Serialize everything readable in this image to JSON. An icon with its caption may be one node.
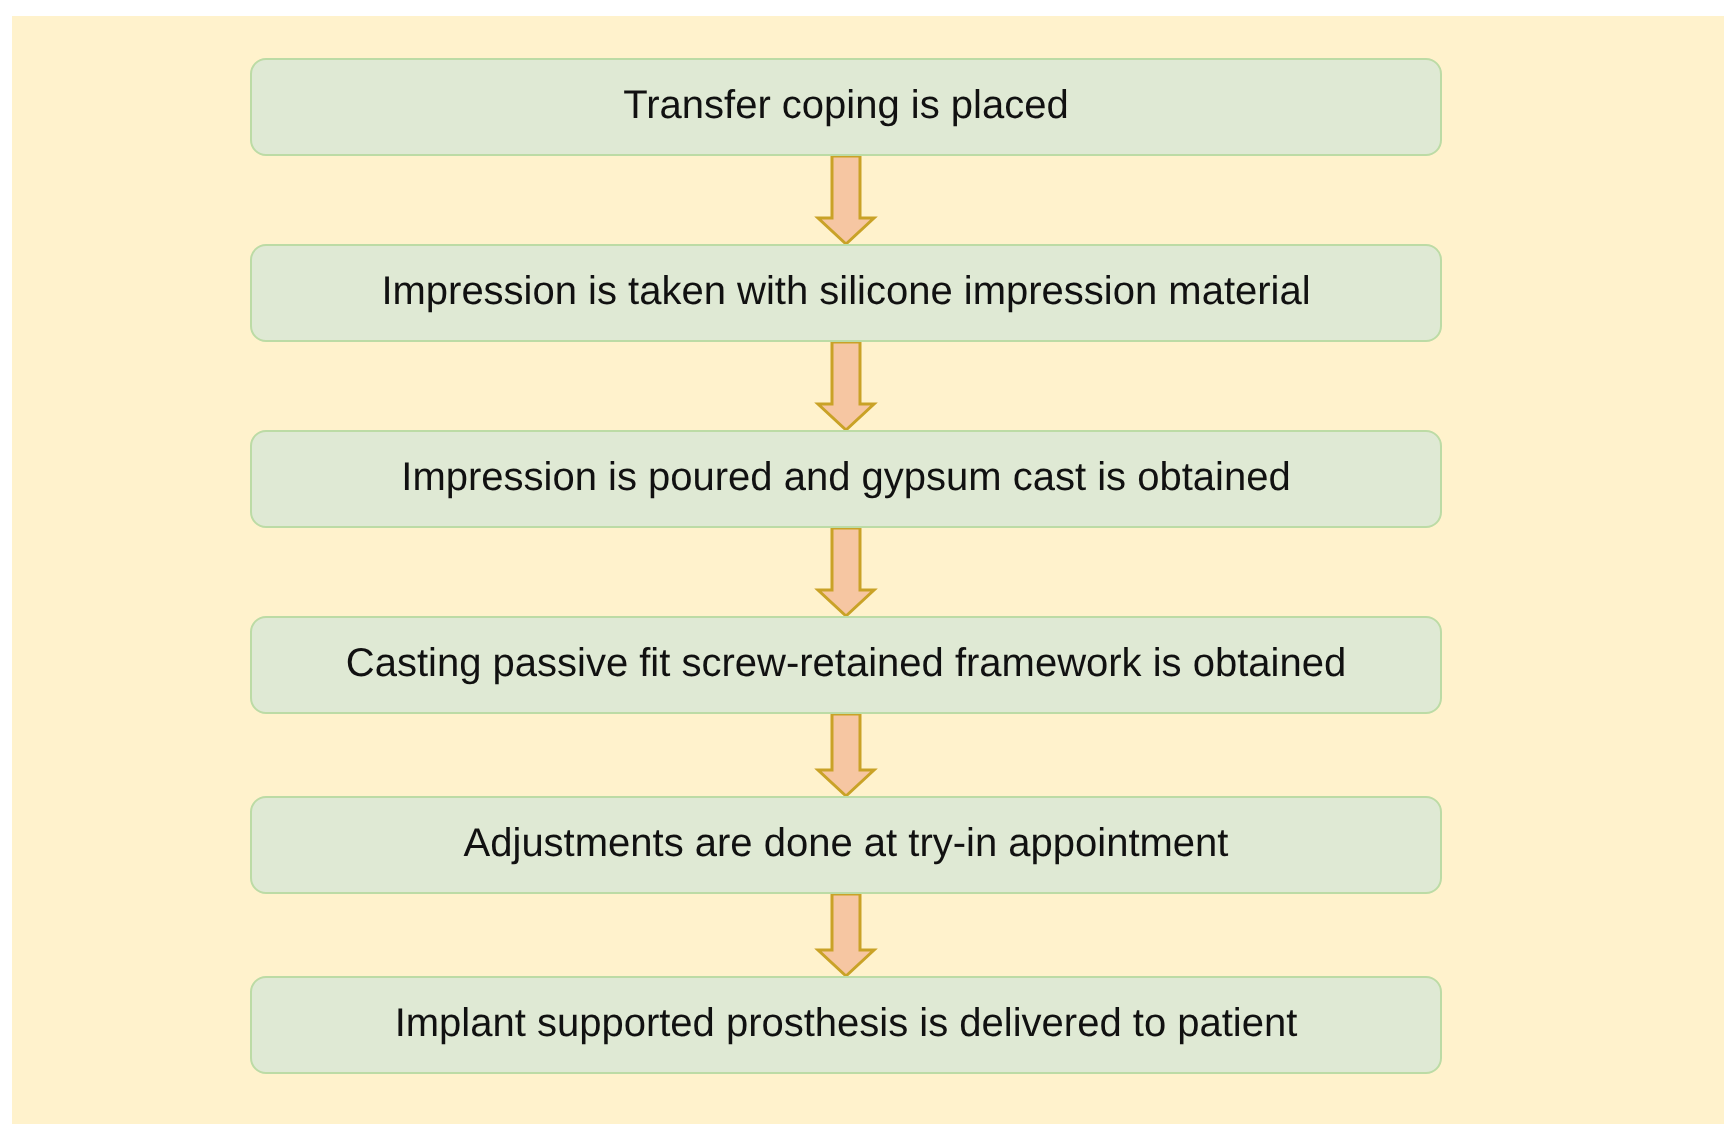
{
  "diagram": {
    "nodes": [
      {
        "text": [
          "Transfer coping is placed"
        ]
      },
      {
        "text": [
          "Impression is taken with silicone impression material"
        ]
      },
      {
        "text": [
          "Impression is poured and gypsum cast is obtained"
        ]
      },
      {
        "text": [
          "Casting passive fit screw-retained framework is obtained"
        ]
      },
      {
        "text": [
          "Adjustments are done at try-in appointment"
        ]
      },
      {
        "text": [
          "Implant supported prosthesis is delivered to patient"
        ]
      }
    ],
    "edges": [
      {
        "from": 0,
        "to": 1,
        "arrow": "to"
      },
      {
        "from": 1,
        "to": 2,
        "arrow": "to"
      },
      {
        "from": 2,
        "to": 3,
        "arrow": "to"
      },
      {
        "from": 3,
        "to": 4,
        "arrow": "to"
      },
      {
        "from": 4,
        "to": 5,
        "arrow": "to"
      }
    ]
  }
}
